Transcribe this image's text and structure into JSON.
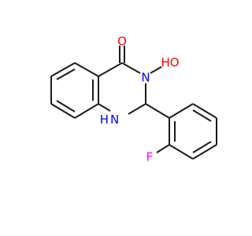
{
  "molecule": {
    "atoms": {
      "carbonyl_oxygen": "O",
      "hydroxyl": "HO",
      "n3": "N",
      "n1h": "H\nN",
      "fluorine": "F"
    },
    "colors": {
      "bond": "#1a1a1a",
      "carbon_text": "#1a1a1a",
      "oxygen": "#ff0000",
      "nitrogen": "#0000ff",
      "fluorine": "#ff00ff"
    }
  }
}
